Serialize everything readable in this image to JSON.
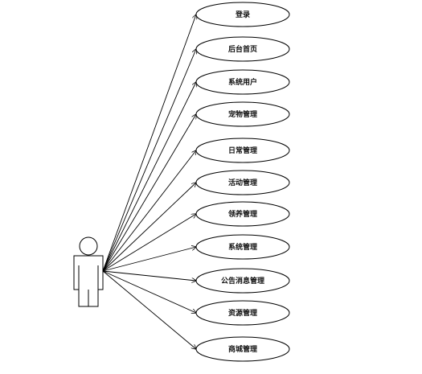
{
  "diagram": {
    "use_cases": [
      {
        "id": "login",
        "label": "登录"
      },
      {
        "id": "admin-home",
        "label": "后台首页"
      },
      {
        "id": "system-users",
        "label": "系统用户"
      },
      {
        "id": "pet-management",
        "label": "宠物管理"
      },
      {
        "id": "daily-management",
        "label": "日常管理"
      },
      {
        "id": "activity-management",
        "label": "活动管理"
      },
      {
        "id": "adoption-management",
        "label": "领养管理"
      },
      {
        "id": "system-management",
        "label": "系统管理"
      },
      {
        "id": "announcement-management",
        "label": "公告消息管理"
      },
      {
        "id": "resource-management",
        "label": "资源管理"
      },
      {
        "id": "mall-management",
        "label": "商城管理"
      }
    ]
  },
  "colors": {
    "stroke": "#000000",
    "text": "#111111",
    "background": "#ffffff"
  }
}
